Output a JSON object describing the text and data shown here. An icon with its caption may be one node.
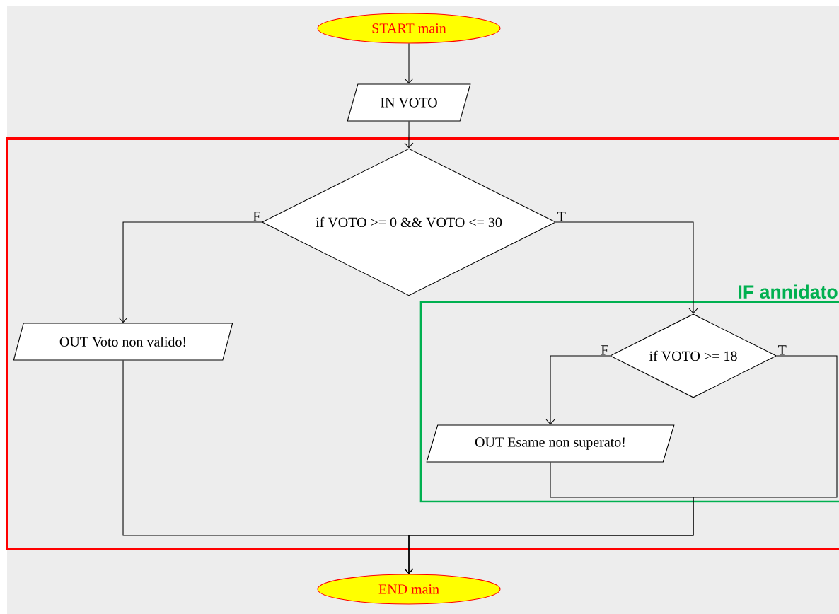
{
  "diagram": {
    "nodes": [
      {
        "text": [
          "START main"
        ]
      },
      {
        "text": [
          "IN VOTO"
        ]
      },
      {
        "text": [],
        "shape": "box"
      },
      {
        "text": [
          "if VOTO >= 0 && VOTO <= 30"
        ],
        "in": 2
      },
      {
        "text": [
          "OUT Voto non valido!"
        ],
        "in": 2
      },
      {
        "text": [
          "IF annidato"
        ],
        "in": 2
      },
      {
        "text": [
          "if VOTO >= 18"
        ],
        "in": 5
      },
      {
        "text": [
          "OUT Esame non superato!"
        ],
        "in": 5
      },
      {
        "text": [
          "END main"
        ]
      }
    ],
    "edges": [
      {
        "from": 0,
        "to": 1,
        "arrow": "to"
      },
      {
        "from": 1,
        "to": 3,
        "arrow": "to"
      },
      {
        "from": 3,
        "to": 4,
        "arrow": "to",
        "label": "F"
      },
      {
        "from": 3,
        "to": 6,
        "arrow": "to",
        "label": "T"
      },
      {
        "from": 6,
        "to": 7,
        "arrow": "to",
        "label": "F"
      },
      {
        "from": 6,
        "to": 8,
        "arrow": "to",
        "label": "T"
      },
      {
        "from": 7,
        "to": 8,
        "arrow": "to"
      },
      {
        "from": 4,
        "to": 8,
        "arrow": "to"
      }
    ]
  }
}
